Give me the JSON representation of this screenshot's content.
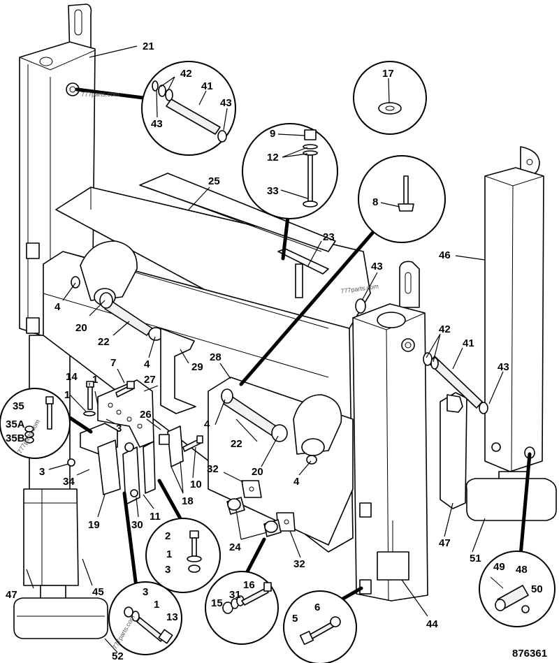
{
  "drawing_number": "876361",
  "watermark": "777parts.com",
  "callouts": [
    "21",
    "42",
    "41",
    "43",
    "43",
    "17",
    "9",
    "12",
    "33",
    "8",
    "25",
    "23",
    "43",
    "46",
    "4",
    "20",
    "22",
    "29",
    "28",
    "27",
    "7",
    "14",
    "1",
    "1",
    "35",
    "35A",
    "35B",
    "3",
    "26",
    "3",
    "34",
    "19",
    "30",
    "11",
    "10",
    "18",
    "32",
    "24",
    "32",
    "2",
    "1",
    "3",
    "4",
    "22",
    "20",
    "4",
    "42",
    "41",
    "43",
    "47",
    "51",
    "44",
    "47",
    "45",
    "52",
    "3",
    "1",
    "13",
    "15",
    "31",
    "16",
    "5",
    "6",
    "49",
    "48",
    "50"
  ]
}
